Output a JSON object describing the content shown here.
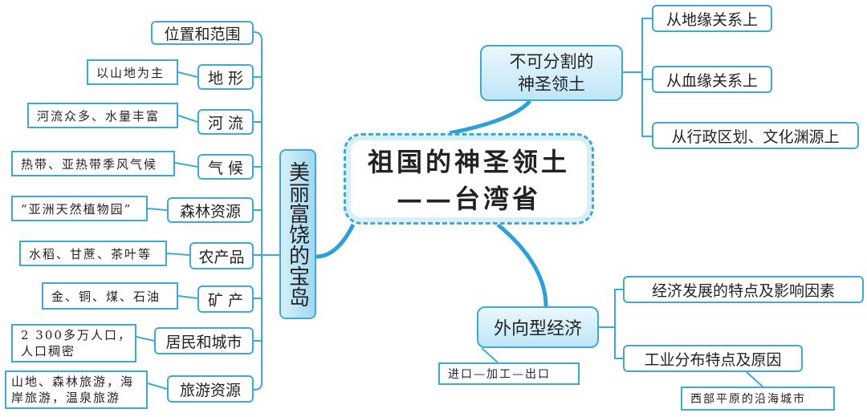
{
  "center": {
    "line1": "祖国的神圣领土",
    "line2": "——台湾省"
  },
  "left": {
    "title": "美丽富饶的宝岛",
    "items": [
      {
        "label": "位置和范围",
        "note": null
      },
      {
        "label": "地 形",
        "note": "以山地为主"
      },
      {
        "label": "河 流",
        "note": "河流众多、水量丰富"
      },
      {
        "label": "气 候",
        "note": "热带、亚热带季风气候"
      },
      {
        "label": "森林资源",
        "note": "“亚洲天然植物园”"
      },
      {
        "label": "农产品",
        "note": "水稻、甘蔗、茶叶等"
      },
      {
        "label": "矿 产",
        "note": "金、铜、煤、石油"
      },
      {
        "label": "居民和城市",
        "note": "2 300多万人口，",
        "note2": "人口稠密"
      },
      {
        "label": "旅游资源",
        "note": "山地、森林旅游，海",
        "note2": "岸旅游，温泉旅游"
      }
    ]
  },
  "top_right": {
    "title1": "不可分割的",
    "title2": "神圣领土",
    "items": [
      "从地缘关系上",
      "从血缘关系上",
      "从行政区划、文化渊源上"
    ]
  },
  "bottom_right": {
    "title": "外向型经济",
    "note": "进口—加工—出口",
    "items": [
      "经济发展的特点及影响因素",
      "工业分布特点及原因"
    ],
    "sub_note": "西部平原的沿海城市"
  }
}
